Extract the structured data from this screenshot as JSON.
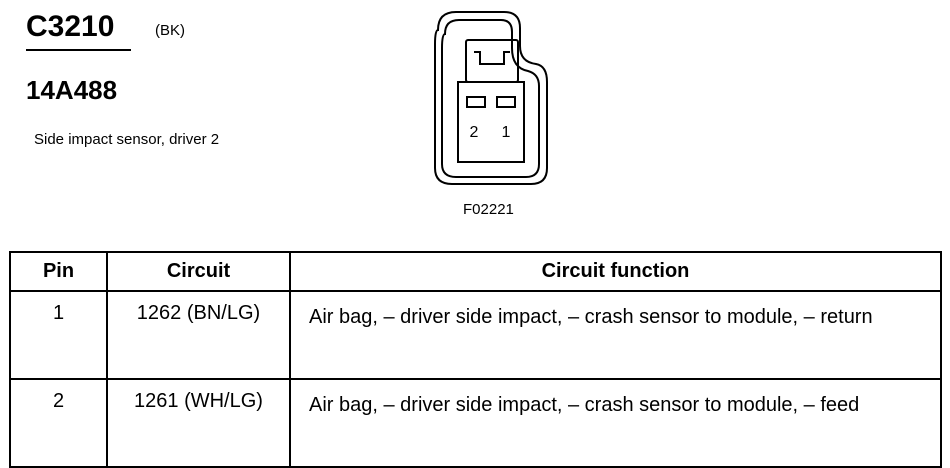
{
  "connector": {
    "id": "C3210",
    "color": "(BK)",
    "part_number": "14A488",
    "description": "Side impact sensor, driver 2"
  },
  "diagram": {
    "pin_labels": [
      "2",
      "1"
    ],
    "figure_code": "F02221"
  },
  "table": {
    "headers": {
      "pin": "Pin",
      "circuit": "Circuit",
      "function": "Circuit function"
    },
    "rows": [
      {
        "pin": "1",
        "circuit": "1262 (BN/LG)",
        "function": "Air bag, – driver side impact, – crash sensor to module, – return"
      },
      {
        "pin": "2",
        "circuit": "1261 (WH/LG)",
        "function": "Air bag, – driver side impact, – crash sensor to module, – feed"
      }
    ]
  }
}
